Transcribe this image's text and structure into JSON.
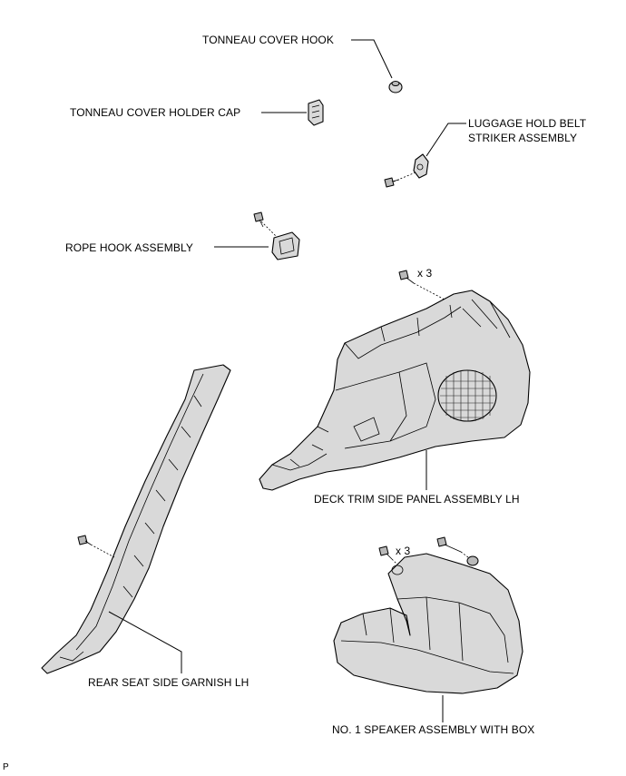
{
  "labels": {
    "tonneau_cover_hook": "TONNEAU COVER HOOK",
    "tonneau_cover_holder_cap": "TONNEAU COVER HOLDER CAP",
    "luggage_hold_belt_line1": "LUGGAGE HOLD BELT",
    "luggage_hold_belt_line2": "STRIKER ASSEMBLY",
    "rope_hook_assembly": "ROPE HOOK ASSEMBLY",
    "deck_trim_side_panel": "DECK TRIM SIDE PANEL ASSEMBLY LH",
    "rear_seat_side_garnish": "REAR SEAT SIDE GARNISH LH",
    "speaker_assembly": "NO. 1 SPEAKER ASSEMBLY WITH BOX"
  },
  "quantities": {
    "deck_trim_screws": "x 3",
    "speaker_screws": "x 3"
  },
  "corner_mark": "P"
}
